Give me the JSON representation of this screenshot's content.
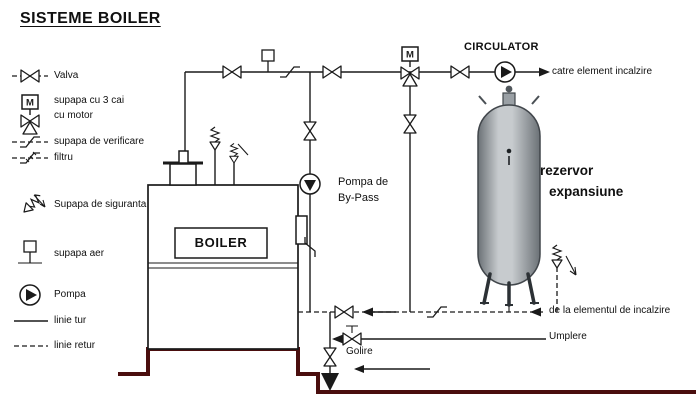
{
  "title": "SISTEME BOILER",
  "legend": {
    "items": [
      {
        "label": "Valva"
      },
      {
        "label": "supapa cu 3 cai",
        "label2": "cu motor",
        "m": "M"
      },
      {
        "label": "supapa de verificare"
      },
      {
        "label": "filtru"
      },
      {
        "label": "Supapa de siguranta"
      },
      {
        "label": "supapa aer"
      },
      {
        "label": "Pompa"
      },
      {
        "label": "linie tur"
      },
      {
        "label": "linie retur"
      }
    ]
  },
  "diagram": {
    "boiler_label": "BOILER",
    "circulator_label": "CIRCULATOR",
    "motor_label": "M",
    "bypass_pump": {
      "line1": "Pompa de",
      "line2": "By-Pass"
    },
    "expansion_tank": {
      "line1": "rezervor",
      "line2": "expansiune"
    },
    "to_heating_label": "catre element incalzire",
    "from_heating_label": "de la elementul de incalzire",
    "fill_label": "Umplere",
    "drain_label": "Golire"
  },
  "colors": {
    "line": "#1a1a1a",
    "floor": "#4a0e0e",
    "tank_light": "#c7cbce",
    "tank_dark": "#6b7176",
    "background": "#ffffff"
  }
}
